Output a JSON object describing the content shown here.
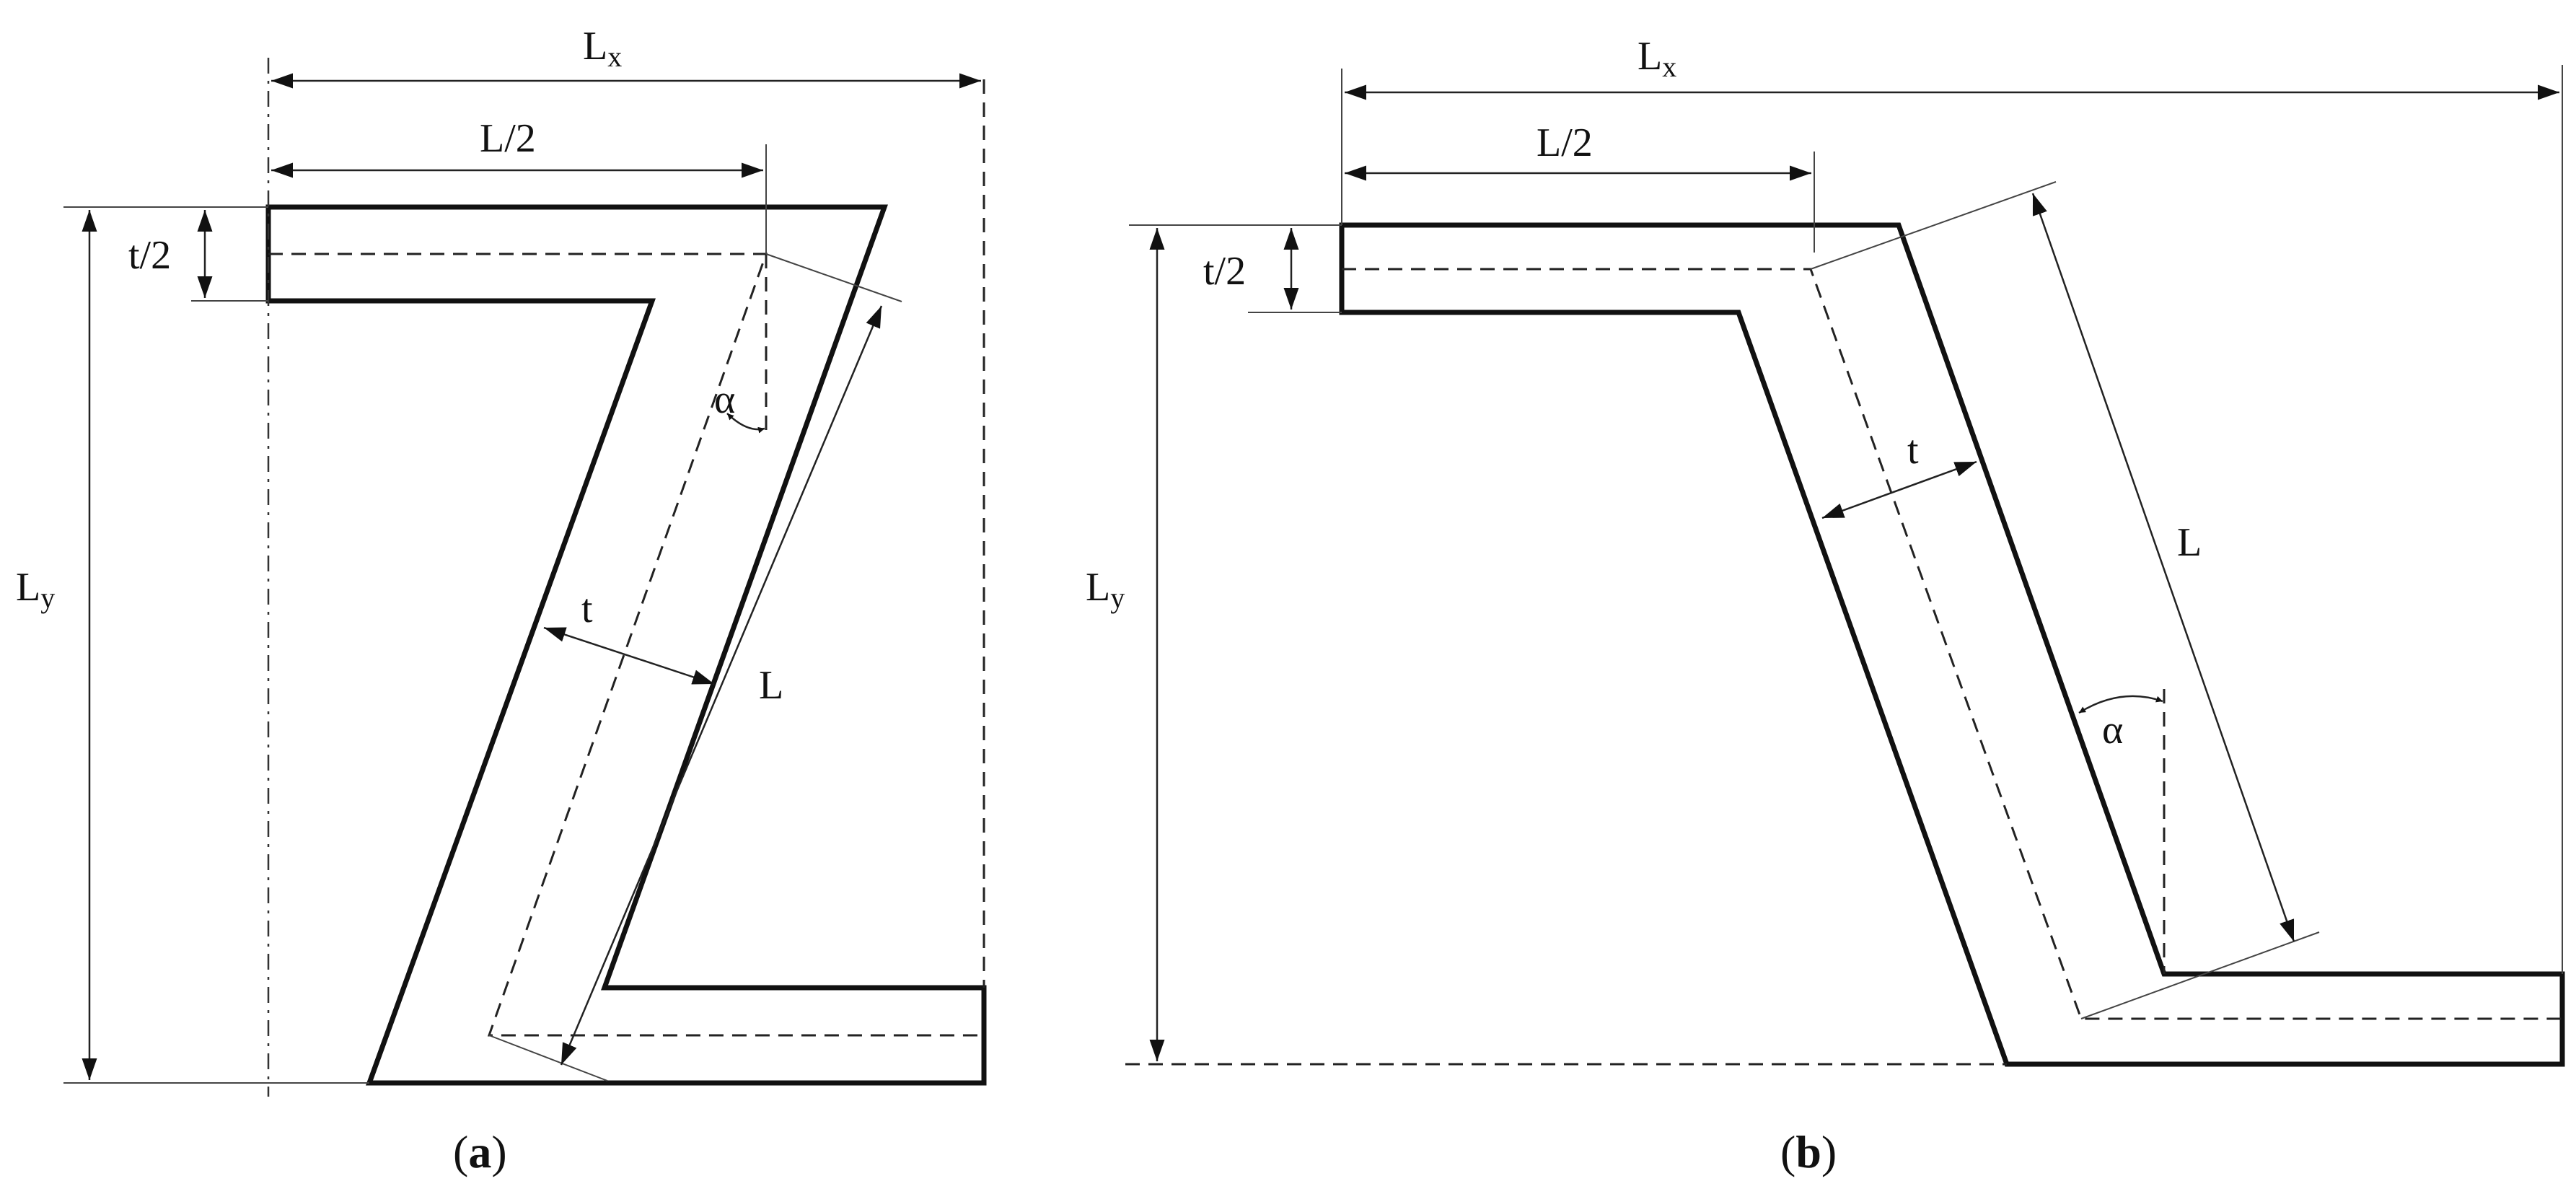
{
  "panel_a": {
    "caption_open": "(",
    "caption_letter": "a",
    "caption_close": ")",
    "label_Lx": "L",
    "label_Lx_sub": "x",
    "label_Ly": "L",
    "label_Ly_sub": "y",
    "label_half_L": "L/2",
    "label_half_t": "t/2",
    "label_t": "t",
    "label_L": "L",
    "label_alpha": "α"
  },
  "panel_b": {
    "caption_open": "(",
    "caption_letter": "b",
    "caption_close": ")",
    "label_Lx": "L",
    "label_Lx_sub": "x",
    "label_Ly": "L",
    "label_Ly_sub": "y",
    "label_half_L": "L/2",
    "label_half_t": "t/2",
    "label_t": "t",
    "label_L": "L",
    "label_alpha": "α"
  }
}
